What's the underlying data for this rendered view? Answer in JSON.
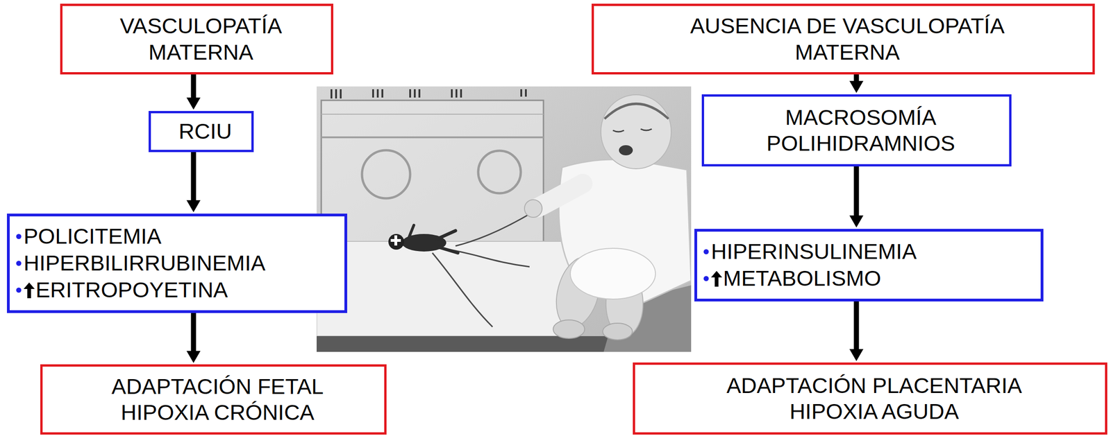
{
  "diagram": {
    "nodes": [
      {
        "text": [
          "VASCULOPATÍA MATERNA"
        ]
      },
      {
        "text": [
          "AUSENCIA DE VASCULOPATÍA MATERNA"
        ]
      },
      {
        "text": [
          "RCIU"
        ]
      },
      {
        "text": [
          "MACROSOMÍA POLIHIDRAMNIOS"
        ]
      },
      {
        "text": [
          "POLICITEMIA",
          "HIPERBILIRRUBINEMIA",
          "ERITROPOYETINA"
        ]
      },
      {
        "text": [
          "HIPERINSULINEMIA",
          "METABOLISMO"
        ]
      },
      {
        "text": [
          "ADAPTACIÓN FETAL HIPOXIA CRÓNICA"
        ]
      },
      {
        "text": [
          "ADAPTACIÓN PLACENTARIA HIPOXIA AGUDA"
        ]
      }
    ],
    "edges": [
      {
        "from": 0,
        "to": 2,
        "arrow": "to"
      },
      {
        "from": 2,
        "to": 4,
        "arrow": "to"
      },
      {
        "from": 4,
        "to": 6,
        "arrow": "to"
      },
      {
        "from": 1,
        "to": 3,
        "arrow": "to"
      },
      {
        "from": 3,
        "to": 5,
        "arrow": "to"
      },
      {
        "from": 5,
        "to": 7,
        "arrow": "to"
      }
    ]
  }
}
